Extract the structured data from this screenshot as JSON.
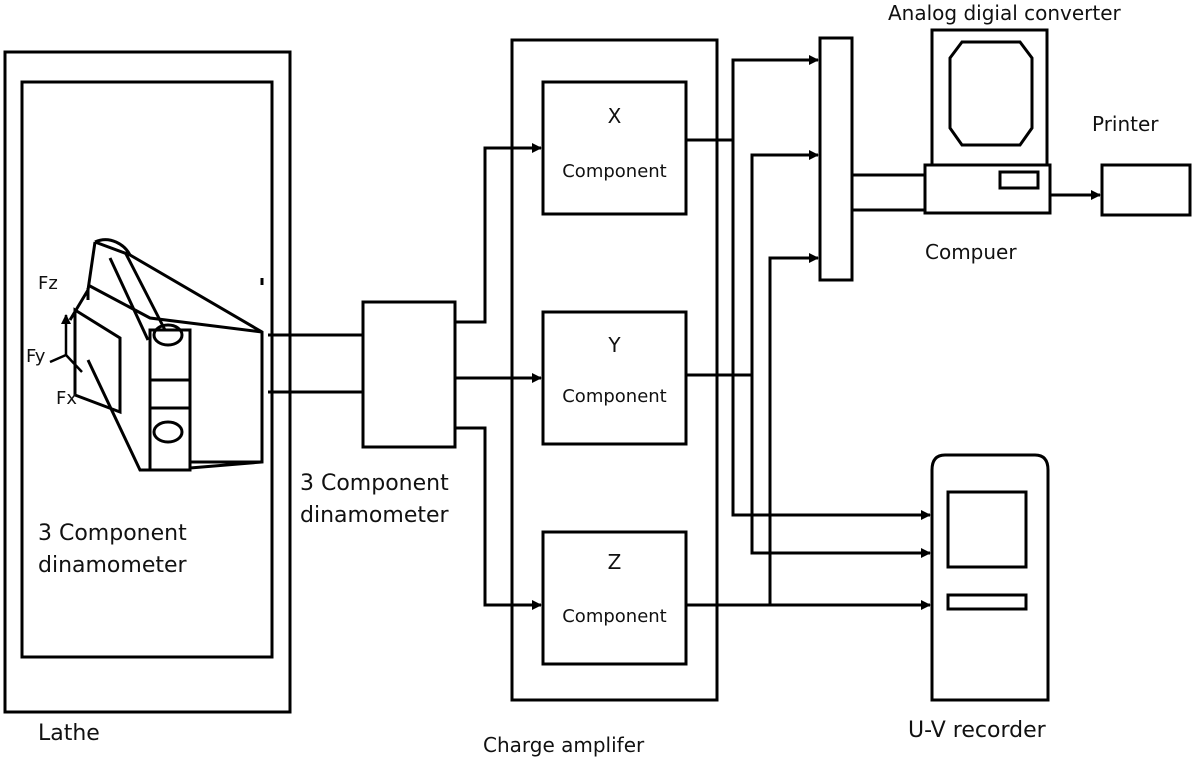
{
  "labels": {
    "lathe": "Lathe",
    "dynamometer_inside": "3 Component\ndinamometer",
    "dynamometer_mid": "3 Component\ndinamometer",
    "charge_amplifier": "Charge amplifer",
    "adc": "Analog digial converter",
    "printer": "Printer",
    "computer": "Compuer",
    "recorder": "U-V recorder",
    "fz": "Fz",
    "fy": "Fy",
    "fx": "Fx"
  },
  "channels": [
    {
      "letter": "X",
      "name": "Component"
    },
    {
      "letter": "Y",
      "name": "Component"
    },
    {
      "letter": "Z",
      "name": "Component"
    }
  ]
}
